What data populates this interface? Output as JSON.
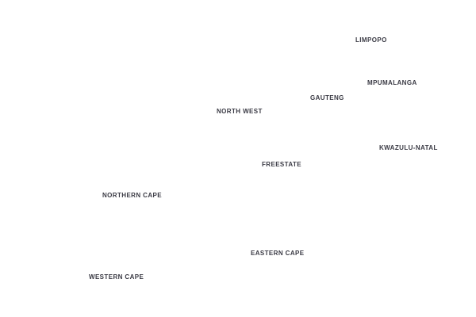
{
  "map": {
    "labels": {
      "limpopo": "LIMPOPO",
      "mpumalanga": "MPUMALANGA",
      "gauteng": "GAUTENG",
      "north_west": "NORTH WEST",
      "kwazulu_natal": "KWAZULU-NATAL",
      "freestate": "FREESTATE",
      "northern_cape": "NORTHERN CAPE",
      "eastern_cape": "EASTERN CAPE",
      "western_cape": "WESTERN CAPE"
    },
    "label_color": "#3a3a44",
    "background_color": "#ffffff"
  }
}
